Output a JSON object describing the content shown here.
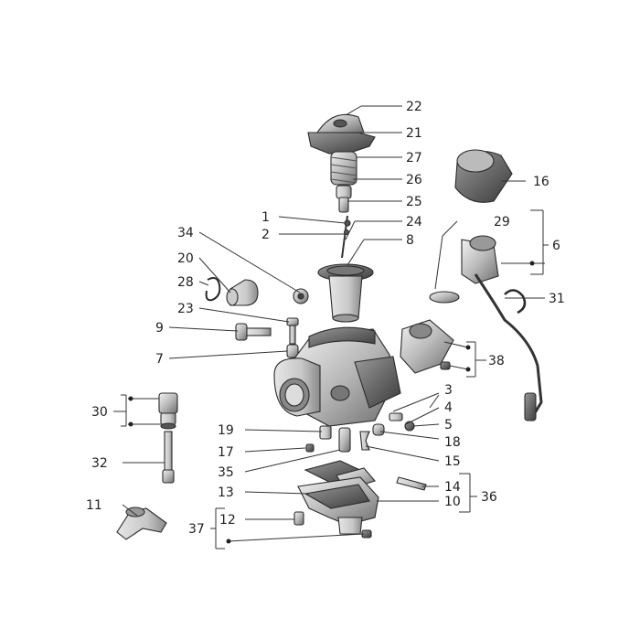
{
  "diagram": {
    "callouts": [
      "22",
      "21",
      "27",
      "26",
      "25",
      "24",
      "1",
      "2",
      "8",
      "34",
      "20",
      "28",
      "23",
      "9",
      "7",
      "30",
      "32",
      "11",
      "16",
      "29",
      "6",
      "31",
      "38",
      "3",
      "4",
      "5",
      "18",
      "19",
      "17",
      "35",
      "15",
      "14",
      "13",
      "10",
      "36",
      "12",
      "37"
    ]
  }
}
